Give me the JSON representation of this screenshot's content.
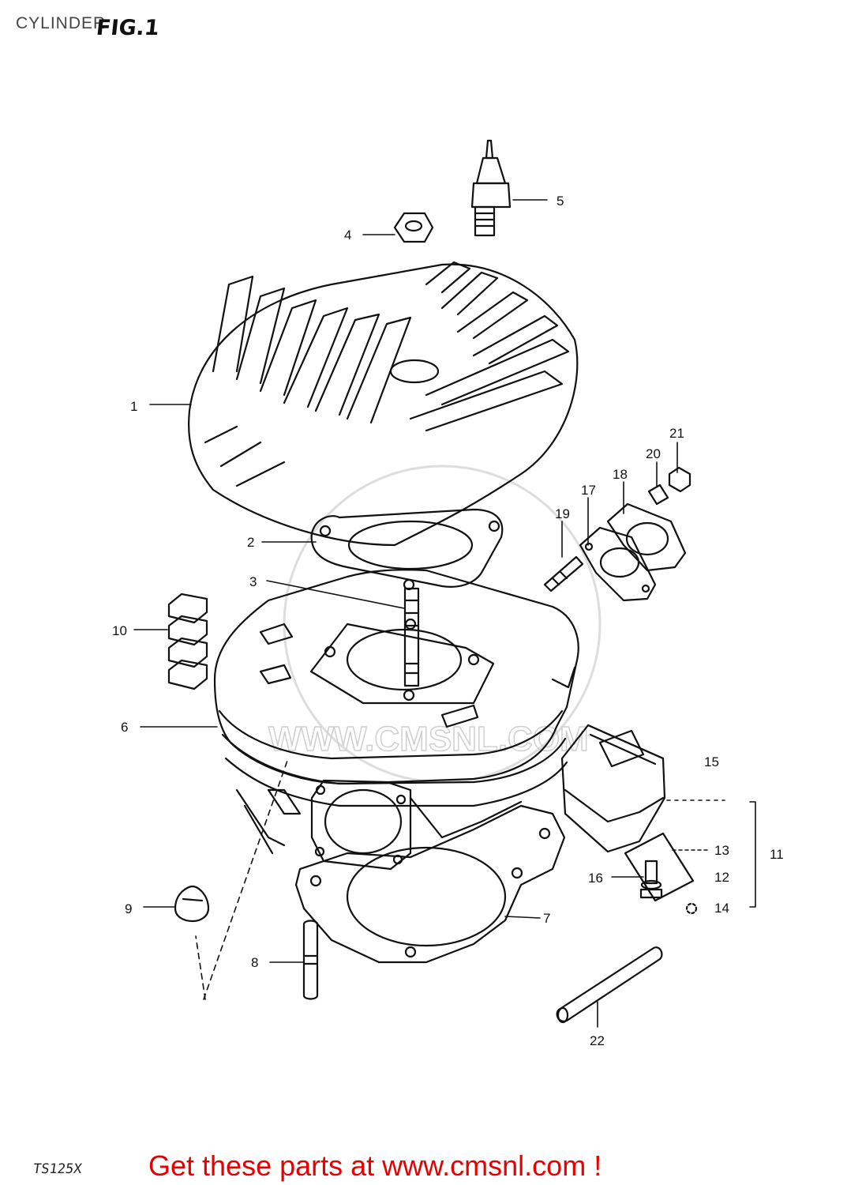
{
  "header": {
    "title": "CYLINDER",
    "figure": "FIG.1"
  },
  "watermark": "WWW.CMSNL.COM",
  "model": "TS125X",
  "promo": "Get these parts at www.cmsnl.com !",
  "colors": {
    "line": "#111111",
    "promo": "#e60000",
    "watermark": "#cfcfcf"
  },
  "callouts": [
    "1",
    "2",
    "3",
    "4",
    "5",
    "6",
    "7",
    "8",
    "9",
    "10",
    "11",
    "12",
    "13",
    "14",
    "15",
    "16",
    "17",
    "18",
    "19",
    "20",
    "21",
    "22"
  ]
}
